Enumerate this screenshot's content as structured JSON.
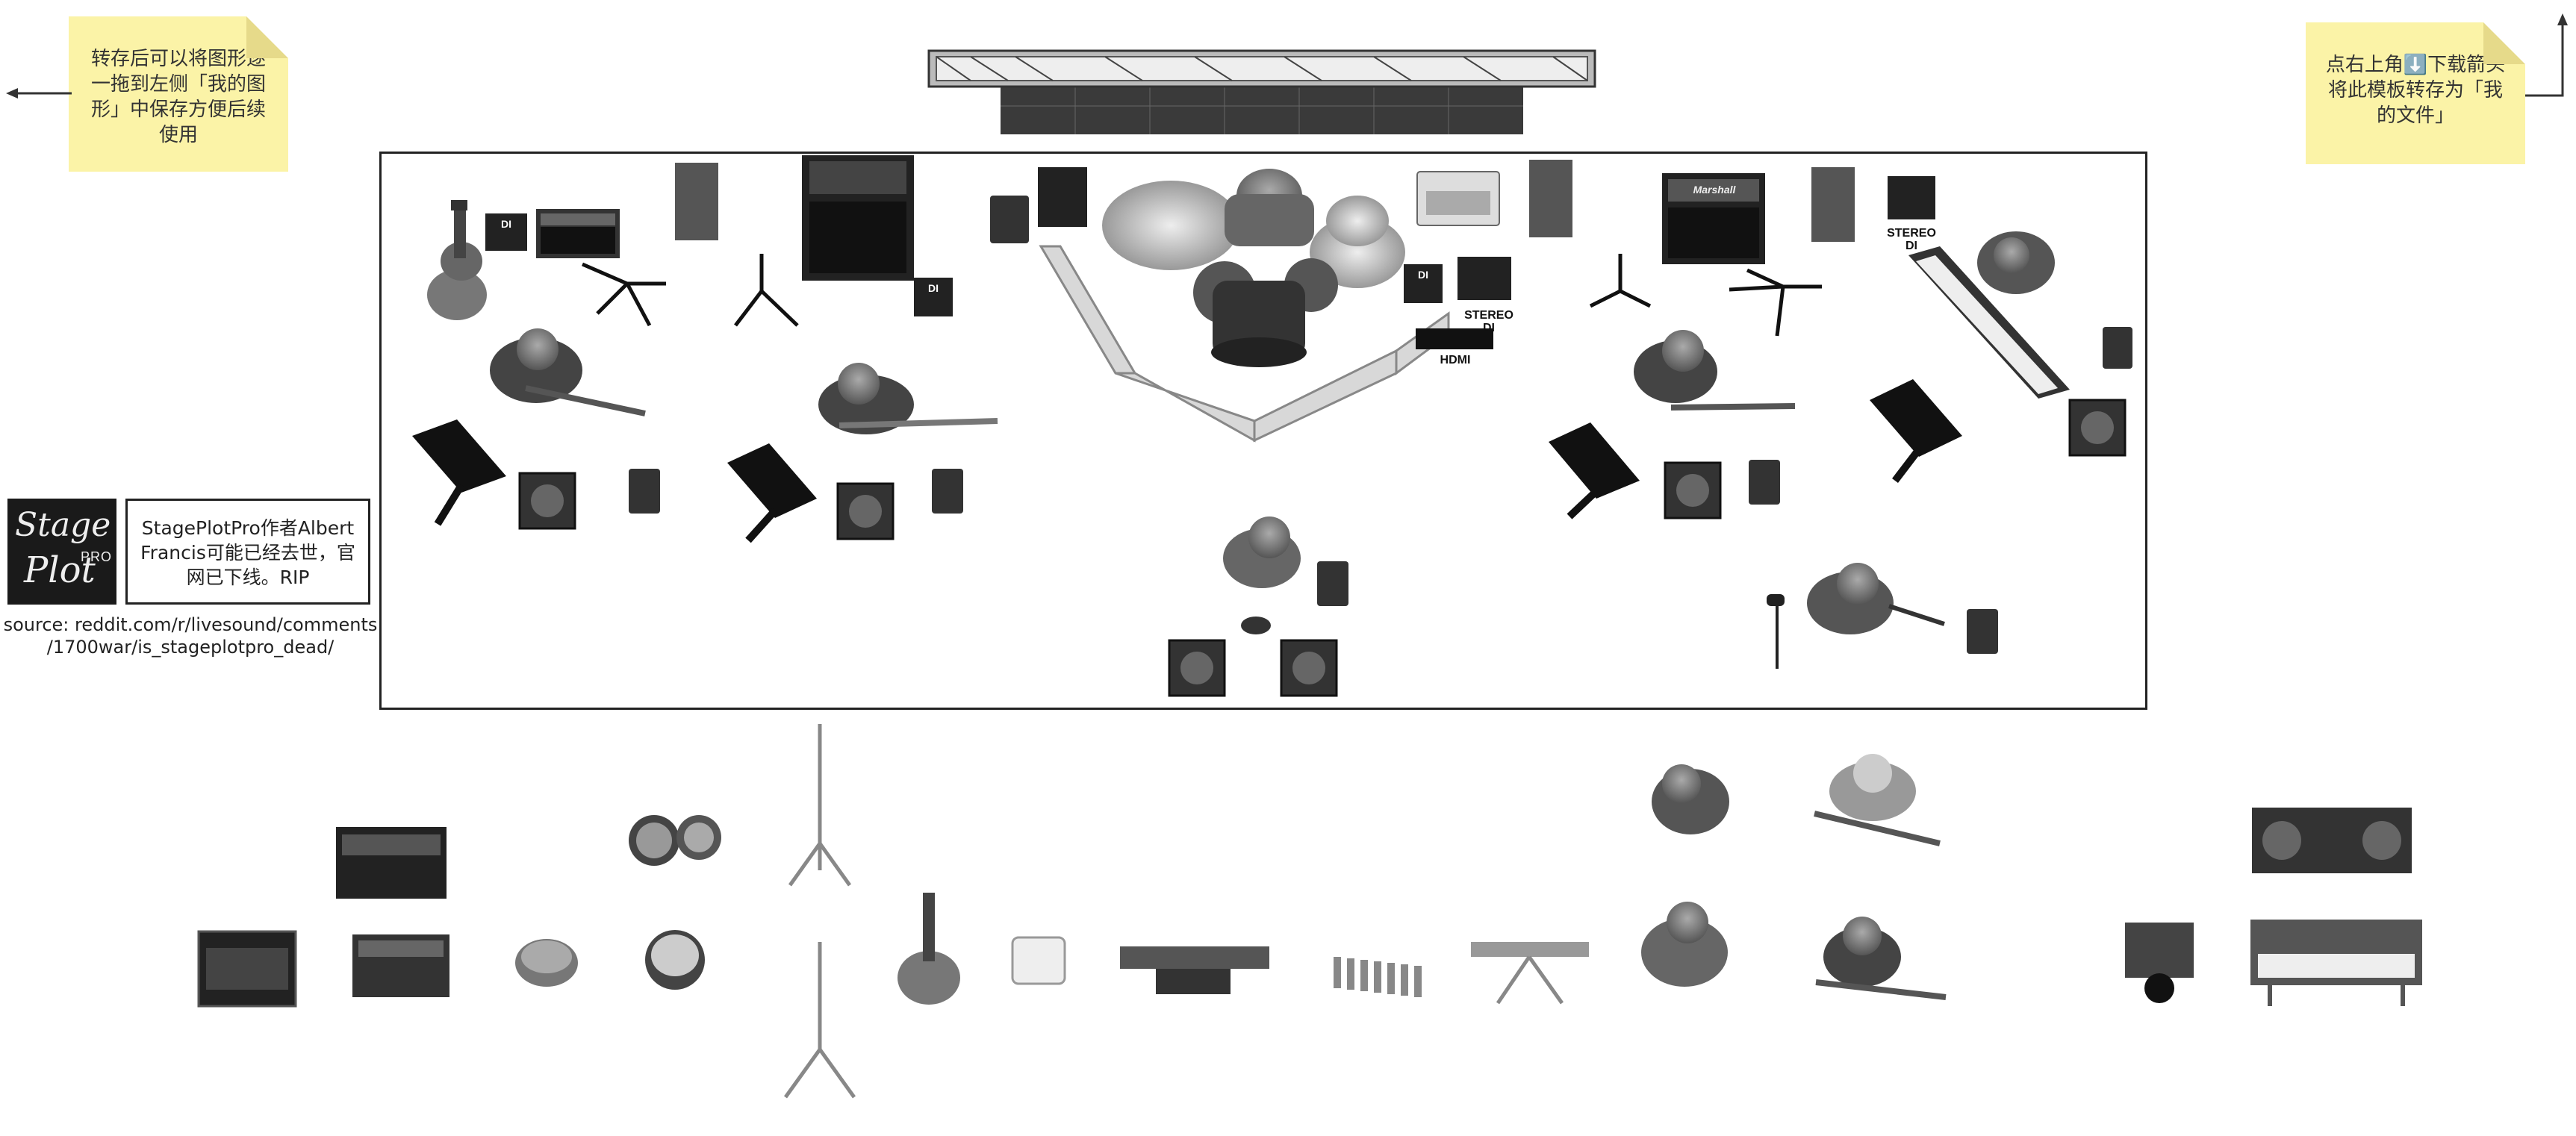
{
  "notes": {
    "left": "转存后可以将图形逐一拖到左侧「我的图形」中保存方便后续使用",
    "right": "点右上角⬇️下载箭头将此模板转存为「我的文件」"
  },
  "credit": {
    "text": "StagePlotPro作者Albert Francis可能已经去世，官网已下线。RIP",
    "source_line1": "source: reddit.com/r/livesound/comments",
    "source_line2": "/1700war/is_stageplotpro_dead/"
  },
  "logo": {
    "line1": "Stage",
    "line2": "Plot",
    "pro": "PRO"
  },
  "labels": {
    "stereo_di_1": "STEREO",
    "stereo_di_1b": "DI",
    "stereo_di_2": "STEREO",
    "stereo_di_2b": "DI",
    "hdmi": "HDMI",
    "di_1": "DI",
    "di_2": "DI",
    "di_3": "DI",
    "amp_brand": "Marshall"
  },
  "colors": {
    "note_bg": "#fbf3a7",
    "stage_border": "#222222",
    "equipment": "#4a4a4a"
  }
}
